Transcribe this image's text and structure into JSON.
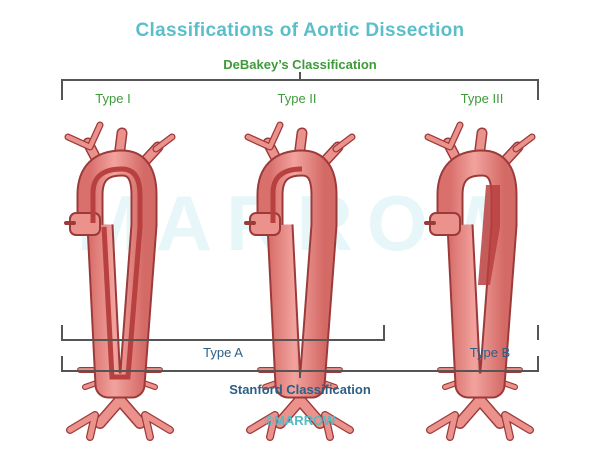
{
  "title": "Classifications of Aortic Dissection",
  "debakey": {
    "heading": "DeBakey’s Classification",
    "types": [
      "Type I",
      "Type II",
      "Type III"
    ]
  },
  "stanford": {
    "heading": "Stanford Classification",
    "types": [
      "Type A",
      "Type B"
    ]
  },
  "watermark": "MARROW",
  "copyright": "©MARROW",
  "colors": {
    "title": "#5bbfc9",
    "debakey": "#3e9a3a",
    "stanford": "#2b5f86",
    "aorta": "#e98a86",
    "aorta_outline": "#9c3a3a",
    "dissection": "#b8403e"
  }
}
